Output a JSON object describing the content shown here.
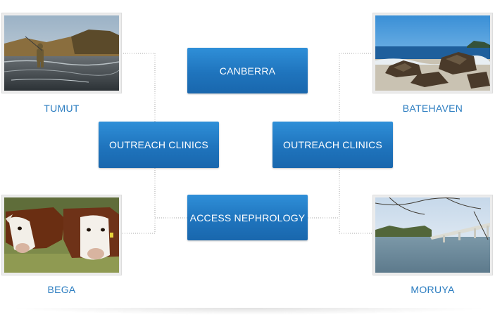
{
  "diagram": {
    "center_top": "CANBERRA",
    "center_bottom": "ACCESS NEPHROLOGY",
    "left_hub": "OUTREACH CLINICS",
    "right_hub": "OUTREACH CLINICS",
    "locations": {
      "top_left": "TUMUT",
      "top_right": "BATEHAVEN",
      "bottom_left": "BEGA",
      "bottom_right": "MORUYA"
    }
  },
  "colors": {
    "box_blue": "#1f74bd",
    "label_blue": "#2a7cc0",
    "connector": "#a8a8a8"
  }
}
